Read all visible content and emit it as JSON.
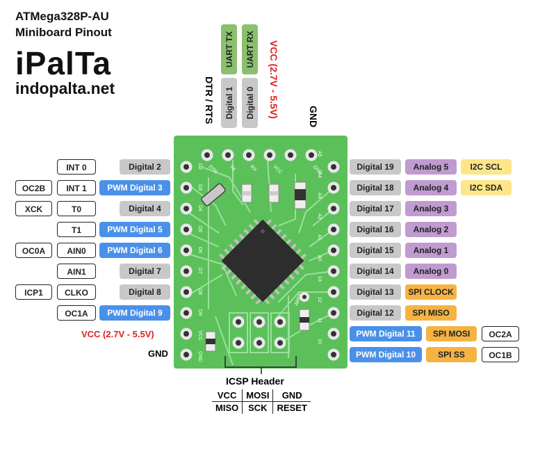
{
  "header": {
    "title_line1": "ATMega328P-AU",
    "title_line2": "Miniboard Pinout",
    "brand": "iPalTa",
    "site": "indopalta.net"
  },
  "top": {
    "uart_tx": "UART TX",
    "uart_rx": "UART RX",
    "digital1": "Digital 1",
    "digital0": "Digital 0",
    "vcc": "VCC (2.7V - 5.5V)",
    "dtr_rts": "DTR / RTS",
    "gnd": "GND"
  },
  "left_rows": [
    {
      "extra": "",
      "alt": "INT 0",
      "pin": "Digital 2",
      "pwm": false
    },
    {
      "extra": "OC2B",
      "alt": "INT 1",
      "pin": "PWM Digital 3",
      "pwm": true
    },
    {
      "extra": "XCK",
      "alt": "T0",
      "pin": "Digital 4",
      "pwm": false
    },
    {
      "extra": "",
      "alt": "T1",
      "pin": "PWM Digital 5",
      "pwm": true
    },
    {
      "extra": "OC0A",
      "alt": "AIN0",
      "pin": "PWM Digital 6",
      "pwm": true
    },
    {
      "extra": "",
      "alt": "AIN1",
      "pin": "Digital 7",
      "pwm": false
    },
    {
      "extra": "ICP1",
      "alt": "CLKO",
      "pin": "Digital 8",
      "pwm": false
    },
    {
      "extra": "",
      "alt": "OC1A",
      "pin": "PWM Digital 9",
      "pwm": true
    }
  ],
  "left_bottom": {
    "vcc": "VCC (2.7V - 5.5V)",
    "gnd": "GND"
  },
  "right_rows": [
    {
      "pin": "Digital 19",
      "analog": "Analog 5",
      "func": "I2C SCL",
      "func_type": "i2c",
      "extra": ""
    },
    {
      "pin": "Digital 18",
      "analog": "Analog 4",
      "func": "I2C SDA",
      "func_type": "i2c",
      "extra": ""
    },
    {
      "pin": "Digital 17",
      "analog": "Analog 3",
      "func": "",
      "func_type": "",
      "extra": ""
    },
    {
      "pin": "Digital 16",
      "analog": "Analog 2",
      "func": "",
      "func_type": "",
      "extra": ""
    },
    {
      "pin": "Digital 15",
      "analog": "Analog 1",
      "func": "",
      "func_type": "",
      "extra": ""
    },
    {
      "pin": "Digital 14",
      "analog": "Analog 0",
      "func": "",
      "func_type": "",
      "extra": ""
    },
    {
      "pin": "Digital 13",
      "analog": "SPI CLOCK",
      "func": "",
      "func_type": "",
      "extra": ""
    },
    {
      "pin": "Digital 12",
      "analog": "SPI MISO",
      "func": "",
      "func_type": "",
      "extra": ""
    },
    {
      "pin": "PWM Digital 11",
      "analog": "SPI MOSI",
      "func": "",
      "func_type": "",
      "extra": "OC2A"
    },
    {
      "pin": "PWM Digital 10",
      "analog": "SPI SS",
      "func": "",
      "func_type": "",
      "extra": "OC1B"
    }
  ],
  "board": {
    "top_silk": [
      "DTR",
      "TX",
      "RX",
      "VCC",
      "GND"
    ],
    "left_silk": [
      "D2",
      "D3",
      "D4",
      "D5",
      "D6",
      "D7",
      "D8",
      "D9",
      "VCC",
      "GND"
    ],
    "right_silk": [
      "A5",
      "A4",
      "A3",
      "A2",
      "A1",
      "A0",
      "13",
      "12",
      "11",
      "10"
    ],
    "aref": "AREF",
    "colors": {
      "pcb": "#5bc05a",
      "trace": "#9be09a",
      "chip": "#2d2d2d"
    }
  },
  "icsp": {
    "title": "ICSP Header",
    "row1": [
      "VCC",
      "MOSI",
      "GND"
    ],
    "row2": [
      "MISO",
      "SCK",
      "RESET"
    ]
  }
}
